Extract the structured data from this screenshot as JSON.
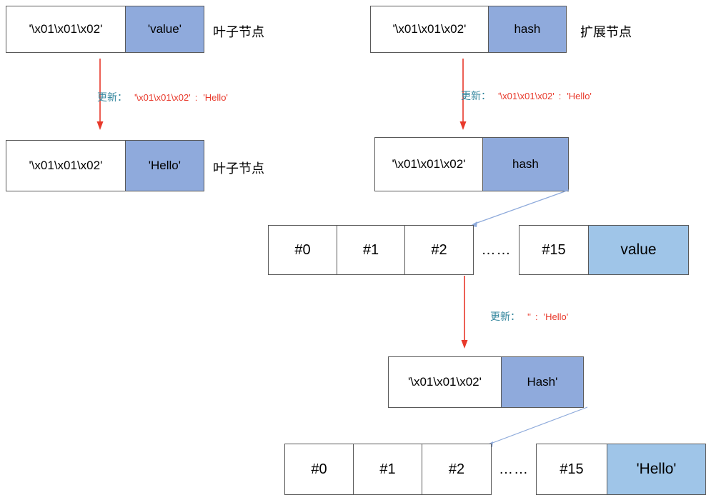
{
  "colors": {
    "box_border": "#595959",
    "value_blue_mid": "#8faadc",
    "value_blue_light": "#9fc5e8",
    "arrow_red": "#e8392b",
    "connector_blue": "#8eaadb",
    "update_zh_teal": "#31859c"
  },
  "nodes": {
    "leaf_before": {
      "key": "'\\x01\\x01\\x02'",
      "value": "'value'",
      "caption": "叶子节点"
    },
    "leaf_after": {
      "key": "'\\x01\\x01\\x02'",
      "value": "'Hello'",
      "caption": "叶子节点"
    },
    "ext_before": {
      "key": "'\\x01\\x01\\x02'",
      "value": "hash",
      "caption": "扩展节点"
    },
    "ext_after": {
      "key": "'\\x01\\x01\\x02'",
      "value": "hash"
    },
    "ext_updated": {
      "key": "'\\x01\\x01\\x02'",
      "value": "Hash'"
    }
  },
  "branch_before": {
    "slots": [
      "#0",
      "#1",
      "#2"
    ],
    "ellipsis": "……",
    "tail_slot": "#15",
    "value": "value"
  },
  "branch_after": {
    "slots": [
      "#0",
      "#1",
      "#2"
    ],
    "ellipsis": "……",
    "tail_slot": "#15",
    "value": "'Hello'"
  },
  "updates": {
    "left": {
      "label": "更新：",
      "key": "'\\x01\\x01\\x02'",
      "colon": ":",
      "value": "'Hello'"
    },
    "right": {
      "label": "更新：",
      "key": "'\\x01\\x01\\x02'",
      "colon": ":",
      "value": "'Hello'"
    },
    "middle": {
      "label": "更新：",
      "key": "''",
      "colon": ":",
      "value": "'Hello'"
    }
  }
}
